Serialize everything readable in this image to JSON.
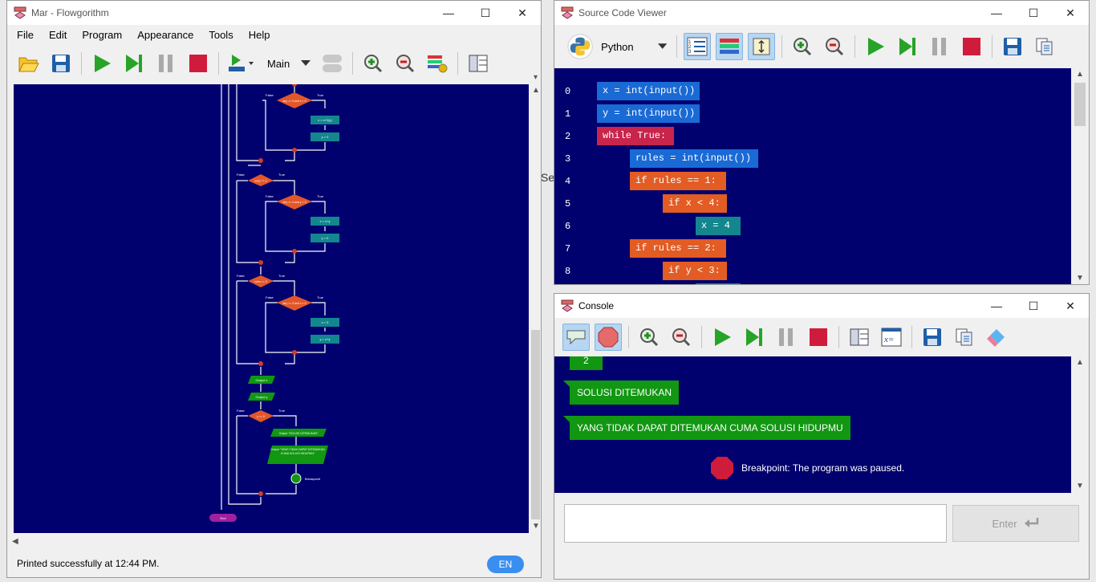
{
  "flowgorithm": {
    "title": "Mar - Flowgorithm",
    "menu": [
      "File",
      "Edit",
      "Program",
      "Appearance",
      "Tools",
      "Help"
    ],
    "function_selector": "Main",
    "status": "Printed successfully at 12:44 PM.",
    "lang_badge": "EN",
    "chart": {
      "false_label": "False",
      "true_label": "True",
      "block1": {
        "outer_cond": "",
        "inner_cond": "any == 5 and x > 0",
        "assign1": "x = x+2(y)",
        "assign2": "y = 0"
      },
      "block2": {
        "outer_cond": "rules == 2",
        "inner_cond": "any == 4 and y < 3",
        "assign1": "x = x+y",
        "assign2": "y = 0"
      },
      "block3": {
        "outer_cond": "rules == 3",
        "inner_cond": "any == 3 and x > 0",
        "assign1": "x = 0",
        "assign2": "y = x+y"
      },
      "out1": "Output x",
      "out2": "Output y",
      "final_cond": "y == 0",
      "out3": "Output \"SOLUSI DITEMUKAN\"",
      "out4": "Output \"YANG TIDAK DAPAT DITEMUKAN CUMA SOLUSI HIDUPMU\"",
      "breakpoint": "Breakpoint",
      "end": "End"
    }
  },
  "source_viewer": {
    "title": "Source Code Viewer",
    "language": "Python",
    "lines": [
      {
        "num": "0",
        "code": "x = int(input())"
      },
      {
        "num": "1",
        "code": "y = int(input())"
      },
      {
        "num": "2",
        "code": "while True:"
      },
      {
        "num": "3",
        "code": "rules = int(input())"
      },
      {
        "num": "4",
        "code": "if rules == 1:"
      },
      {
        "num": "5",
        "code": "if x < 4:"
      },
      {
        "num": "6",
        "code": "x = 4"
      },
      {
        "num": "7",
        "code": "if rules == 2:"
      },
      {
        "num": "8",
        "code": "if y < 3:"
      }
    ]
  },
  "console": {
    "title": "Console",
    "partial_bubble": "2",
    "msg1": "SOLUSI DITEMUKAN",
    "msg2": "YANG TIDAK DAPAT DITEMUKAN CUMA SOLUSI HIDUPMU",
    "breakpoint_msg": "Breakpoint: The program was paused.",
    "input_value": "",
    "enter_label": "Enter"
  },
  "background": {
    "partial_text": "Se"
  },
  "colors": {
    "canvas": "#00006e",
    "code_blue": "#1a6ad6",
    "code_red": "#c8244c",
    "code_orange": "#e25c24",
    "code_teal": "#13868e",
    "output_green": "#119711",
    "stop_red": "#d01c3c",
    "badge_blue": "#3a8ef0"
  }
}
